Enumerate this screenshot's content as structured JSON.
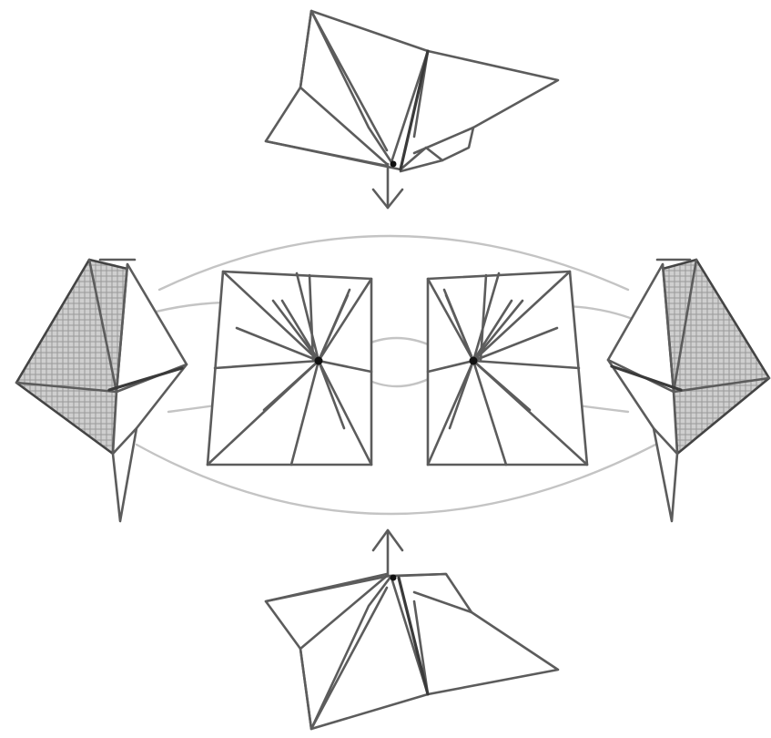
{
  "diagram": {
    "colors": {
      "line": "#5c5c5c",
      "heavy_line": "#3a3a3a",
      "guide_line": "#c4c4c4",
      "shade_fill": "#bdbdbd",
      "hub": "#111111",
      "background": "#ffffff"
    },
    "figures": [
      {
        "name": "top-folded-unit",
        "arrow": "down"
      },
      {
        "name": "left-folded-unit",
        "shaded": true
      },
      {
        "name": "left-crease-square"
      },
      {
        "name": "right-crease-square"
      },
      {
        "name": "right-folded-unit",
        "shaded": true
      },
      {
        "name": "bottom-folded-unit",
        "arrow": "up"
      }
    ]
  }
}
